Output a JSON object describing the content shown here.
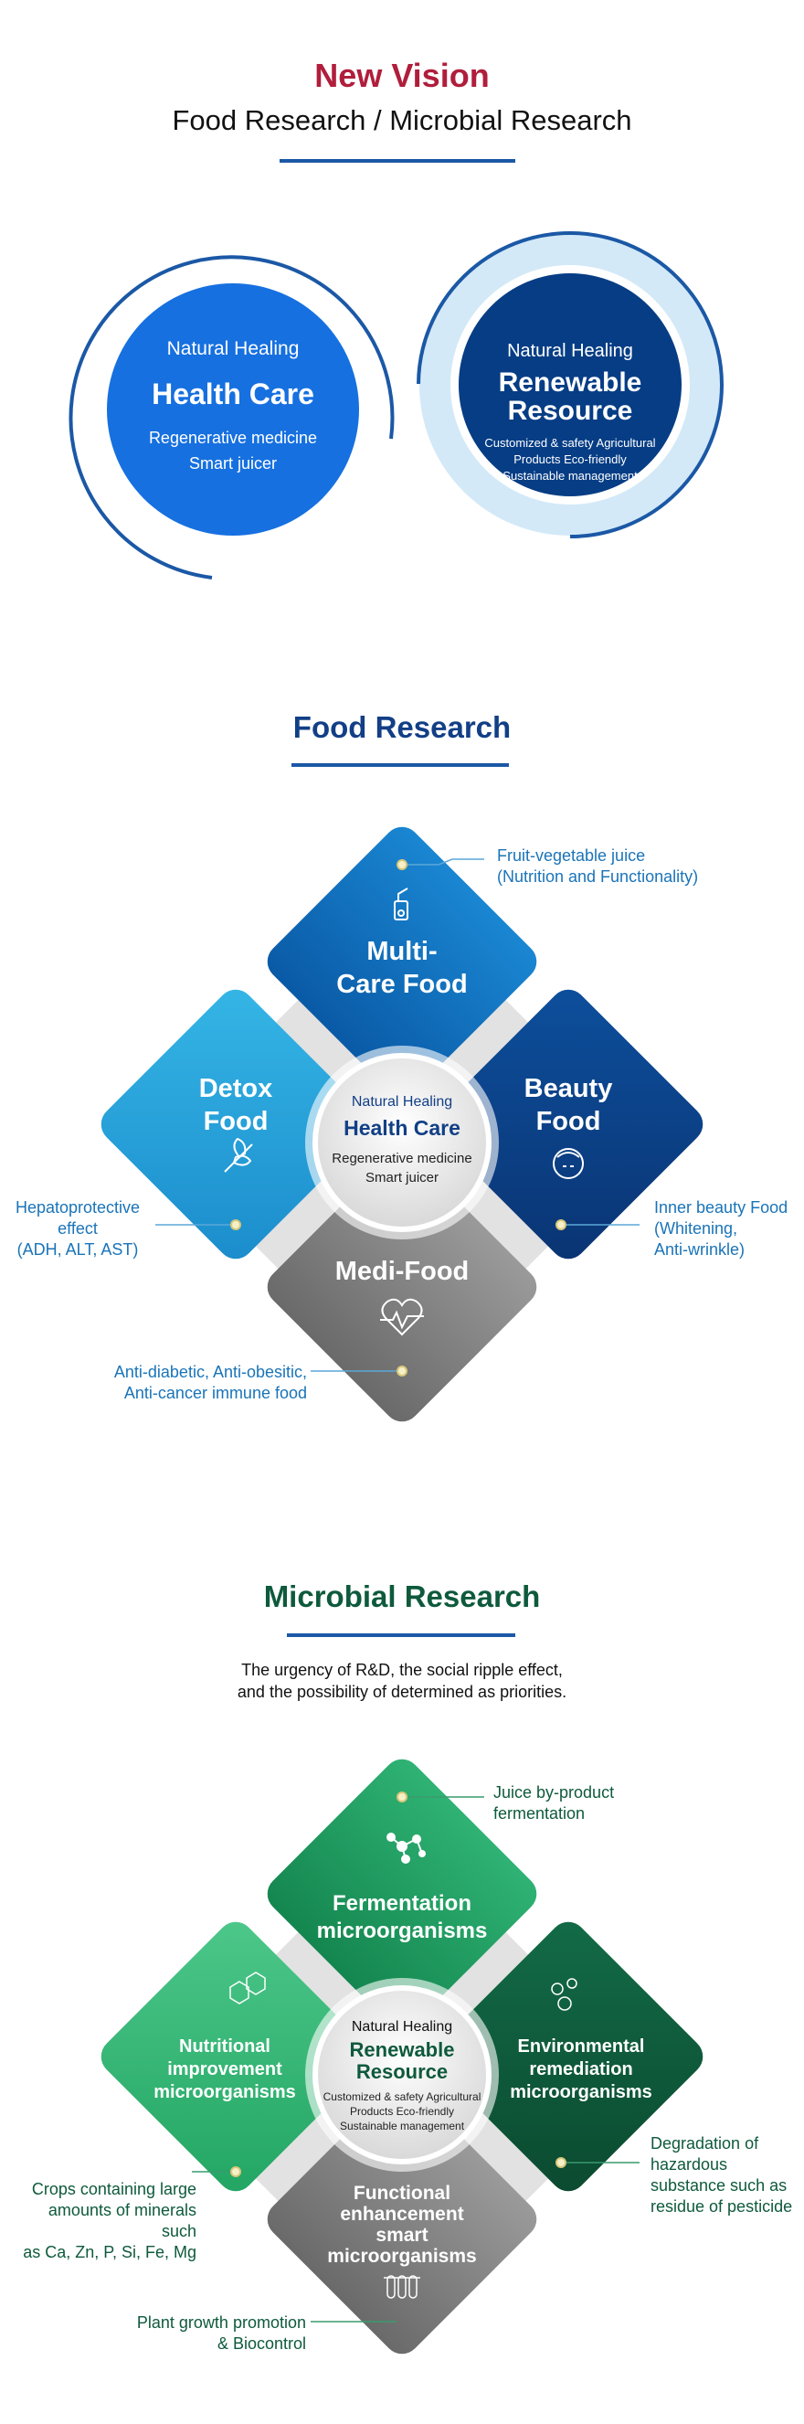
{
  "vision": {
    "title": "New Vision",
    "subtitle": "Food Research / Microbial Research",
    "health": {
      "tag": "Natural Healing",
      "title": "Health Care",
      "line1": "Regenerative medicine",
      "line2": "Smart juicer"
    },
    "renew": {
      "tag": "Natural Healing",
      "title1": "Renewable",
      "title2": "Resource",
      "line1": "Customized & safety Agricultural",
      "line2": "Products Eco-friendly",
      "line3": "Sustainable management"
    }
  },
  "food": {
    "title": "Food Research",
    "top": {
      "l1": "Multi-",
      "l2": "Care Food"
    },
    "left": {
      "l1": "Detox",
      "l2": "Food"
    },
    "right": {
      "l1": "Beauty",
      "l2": "Food"
    },
    "bottom": {
      "l1": "Medi-Food"
    },
    "center": {
      "tag": "Natural Healing",
      "title": "Health Care",
      "line1": "Regenerative medicine",
      "line2": "Smart juicer"
    },
    "callout_top": [
      "Fruit-vegetable juice",
      "(Nutrition and Functionality)"
    ],
    "callout_left": [
      "Hepatoprotective",
      "effect",
      "(ADH, ALT, AST)"
    ],
    "callout_right": [
      "Inner beauty Food",
      "(Whitening,",
      "Anti-wrinkle)"
    ],
    "callout_bottom": [
      "Anti-diabetic,  Anti-obesitic,",
      "Anti-cancer immune food"
    ],
    "icons": {
      "top": "juicer-icon",
      "left": "herb-icon",
      "right": "face-icon",
      "bottom": "heart-pulse-icon"
    },
    "colors": {
      "top": "#0a6fbf",
      "left": "#2aa6dc",
      "right": "#0b3f8a",
      "bottom": "#7c7c7c"
    }
  },
  "micro": {
    "title": "Microbial Research",
    "desc1": "The urgency of R&D, the social ripple effect,",
    "desc2": "and the possibility of determined as priorities.",
    "top": {
      "l1": "Fermentation",
      "l2": "microorganisms"
    },
    "left": {
      "l1": "Nutritional",
      "l2": "improvement",
      "l3": "microorganisms"
    },
    "right": {
      "l1": "Environmental",
      "l2": "remediation",
      "l3": "microorganisms"
    },
    "bottom": {
      "l1": "Functional",
      "l2": "enhancement",
      "l3": "smart",
      "l4": "microorganisms"
    },
    "center": {
      "tag": "Natural Healing",
      "title1": "Renewable",
      "title2": "Resource",
      "line1": "Customized & safety Agricultural",
      "line2": "Products Eco-friendly",
      "line3": "Sustainable management"
    },
    "callout_top": [
      "Juice by-product",
      "fermentation"
    ],
    "callout_left": [
      "Crops containing large",
      "amounts of minerals such",
      "as Ca, Zn, P, Si, Fe, Mg"
    ],
    "callout_right": [
      "Degradation of",
      "hazardous",
      "substance such as",
      "residue of pesticide"
    ],
    "callout_bottom": [
      "Plant growth promotion",
      "& Biocontrol"
    ],
    "icons": {
      "top": "molecule-icon",
      "left": "hexagon-icon",
      "right": "microbe-icon",
      "bottom": "test-tube-icon"
    },
    "colors": {
      "top": "#1f9a63",
      "left": "#3dbd7a",
      "right": "#0f5c3f",
      "bottom": "#7c7c7c"
    }
  }
}
